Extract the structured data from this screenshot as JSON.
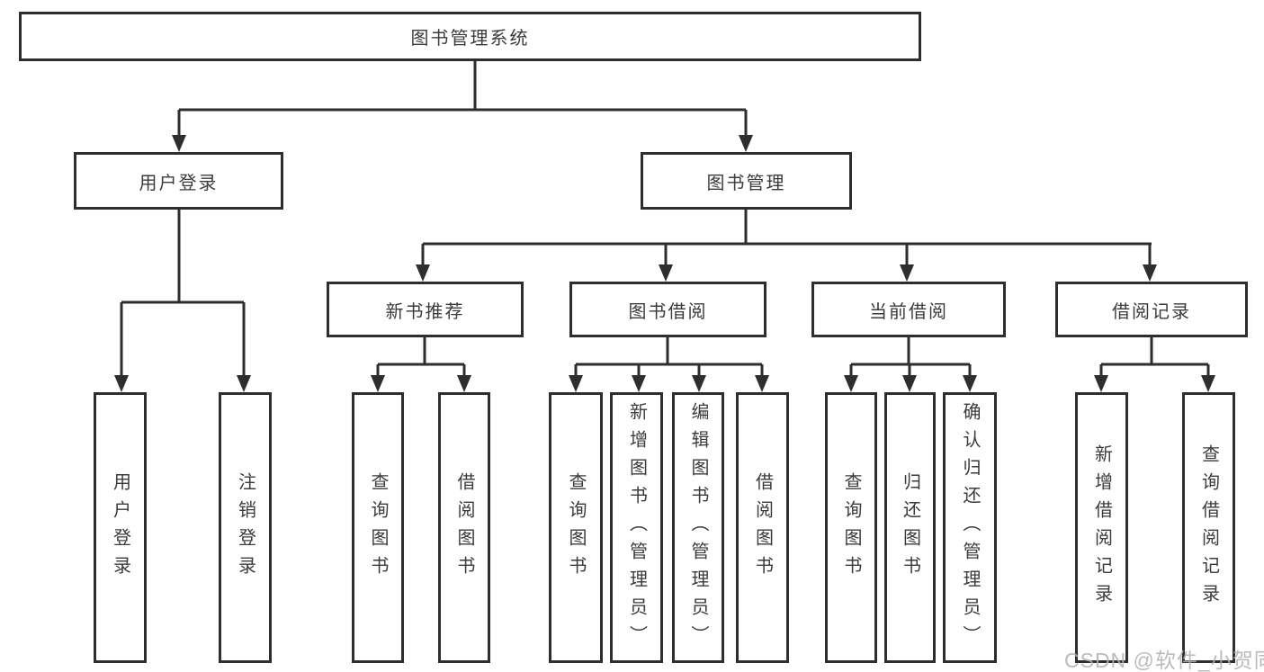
{
  "nodes": {
    "root": "图书管理系统",
    "user_login": "用户登录",
    "book_mgmt": "图书管理",
    "new_book_rec": "新书推荐",
    "book_borrow": "图书借阅",
    "current_borrow": "当前借阅",
    "borrow_record": "借阅记录",
    "leaf_user_login": "用户登录",
    "leaf_logout": "注销登录",
    "leaf_nb_query": "查询图书",
    "leaf_nb_borrow": "借阅图书",
    "leaf_bb_query": "查询图书",
    "leaf_bb_add": "新增图书（管理员）",
    "leaf_bb_edit": "编辑图书（管理员）",
    "leaf_bb_borrow": "借阅图书",
    "leaf_cb_query": "查询图书",
    "leaf_cb_return": "归还图书",
    "leaf_cb_confirm": "确认归还（管理员）",
    "leaf_br_add": "新增借阅记录",
    "leaf_br_query": "查询借阅记录"
  },
  "hierarchy": {
    "图书管理系统": {
      "用户登录": [
        "用户登录",
        "注销登录"
      ],
      "图书管理": {
        "新书推荐": [
          "查询图书",
          "借阅图书"
        ],
        "图书借阅": [
          "查询图书",
          "新增图书（管理员）",
          "编辑图书（管理员）",
          "借阅图书"
        ],
        "当前借阅": [
          "查询图书",
          "归还图书",
          "确认归还（管理员）"
        ],
        "借阅记录": [
          "新增借阅记录",
          "查询借阅记录"
        ]
      }
    }
  },
  "watermark": {
    "text": "CSDN @软件_小贺同学",
    "color": "#b2b2b2"
  },
  "colors": {
    "line": "#2e2e2e",
    "text": "#3b3b3b",
    "background": "#ffffff"
  }
}
